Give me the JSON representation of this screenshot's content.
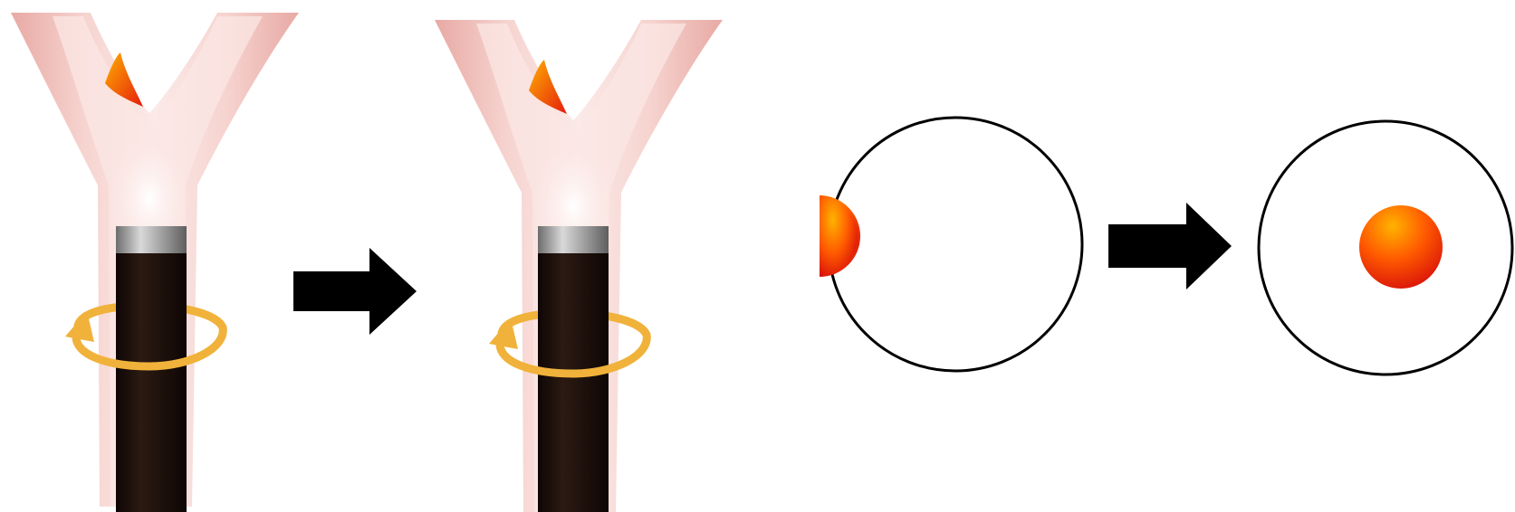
{
  "diagram": {
    "panels": [
      {
        "id": "bronchus-before",
        "kind": "airway-with-scope"
      },
      {
        "id": "bronchus-after",
        "kind": "airway-with-scope"
      },
      {
        "id": "view-before",
        "kind": "endoscopic-view"
      },
      {
        "id": "view-after",
        "kind": "endoscopic-view"
      }
    ],
    "arrows": [
      "step-arrow-1",
      "step-arrow-2"
    ],
    "colors": {
      "airway_wall": "#f4cdc9",
      "airway_wall_edge": "#e8a9a4",
      "airway_lumen": "#fbe9e7",
      "scope_body": "#1a0d08",
      "scope_tip": "#9b9b9b",
      "rotation_arrow": "#f0b23a",
      "lesion_inner": "#ffa000",
      "lesion_outer": "#e51c0c",
      "arrow": "#000000",
      "view_circle": "#000000"
    }
  }
}
